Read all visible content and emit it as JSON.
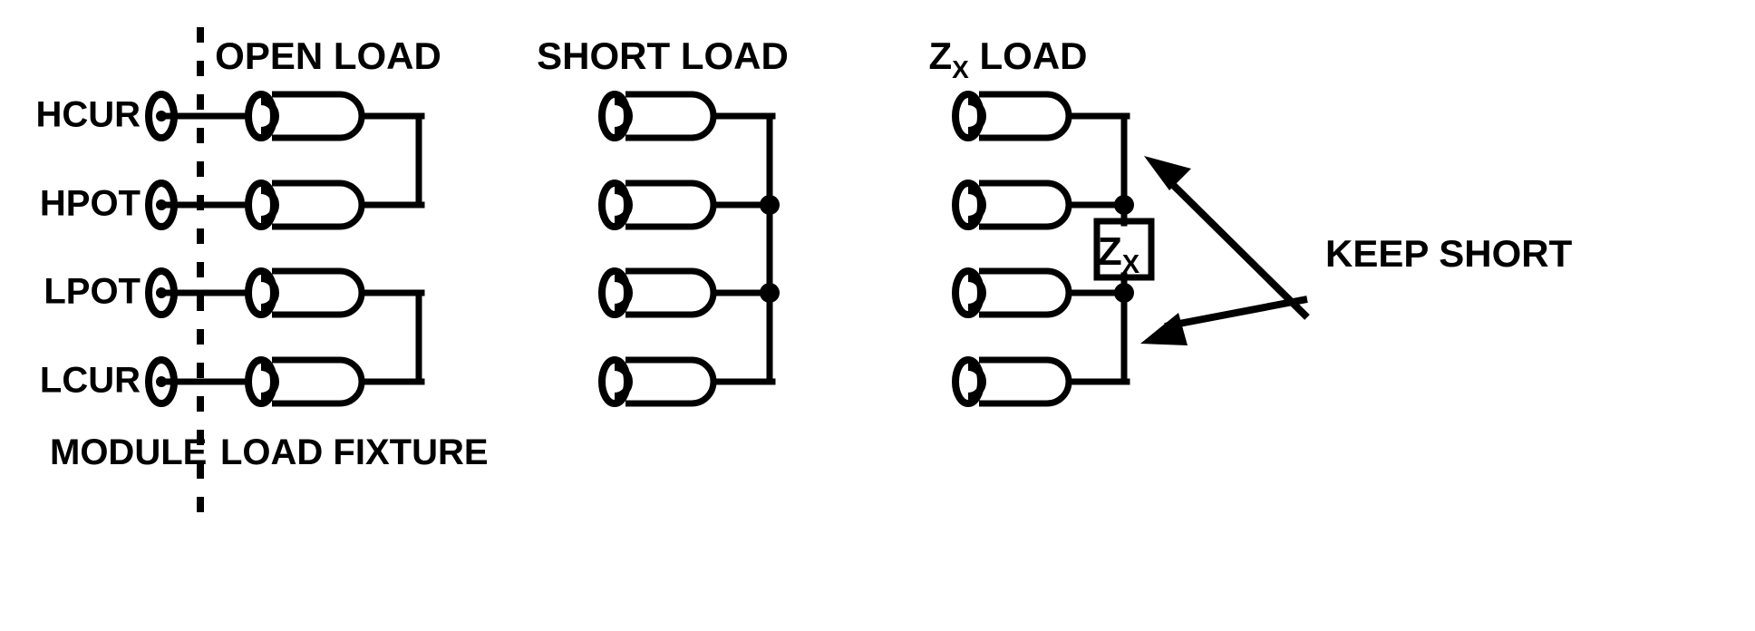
{
  "diagram": {
    "title_row_labels": [
      "HCUR",
      "HPOT",
      "LPOT",
      "LCUR"
    ],
    "column_titles": [
      {
        "text": "OPEN LOAD",
        "sub": ""
      },
      {
        "text": "SHORT LOAD",
        "sub": ""
      },
      {
        "text": "LOAD",
        "prefix": "Z",
        "sub": "X"
      }
    ],
    "footer": {
      "module": "MODULE",
      "fixture": "LOAD FIXTURE"
    },
    "components": {
      "impedance_label": "Z",
      "impedance_sub": "X"
    },
    "annotation": {
      "keep_short": "KEEP SHORT"
    },
    "colors": {
      "line": "#000000",
      "background": "#ffffff"
    }
  }
}
